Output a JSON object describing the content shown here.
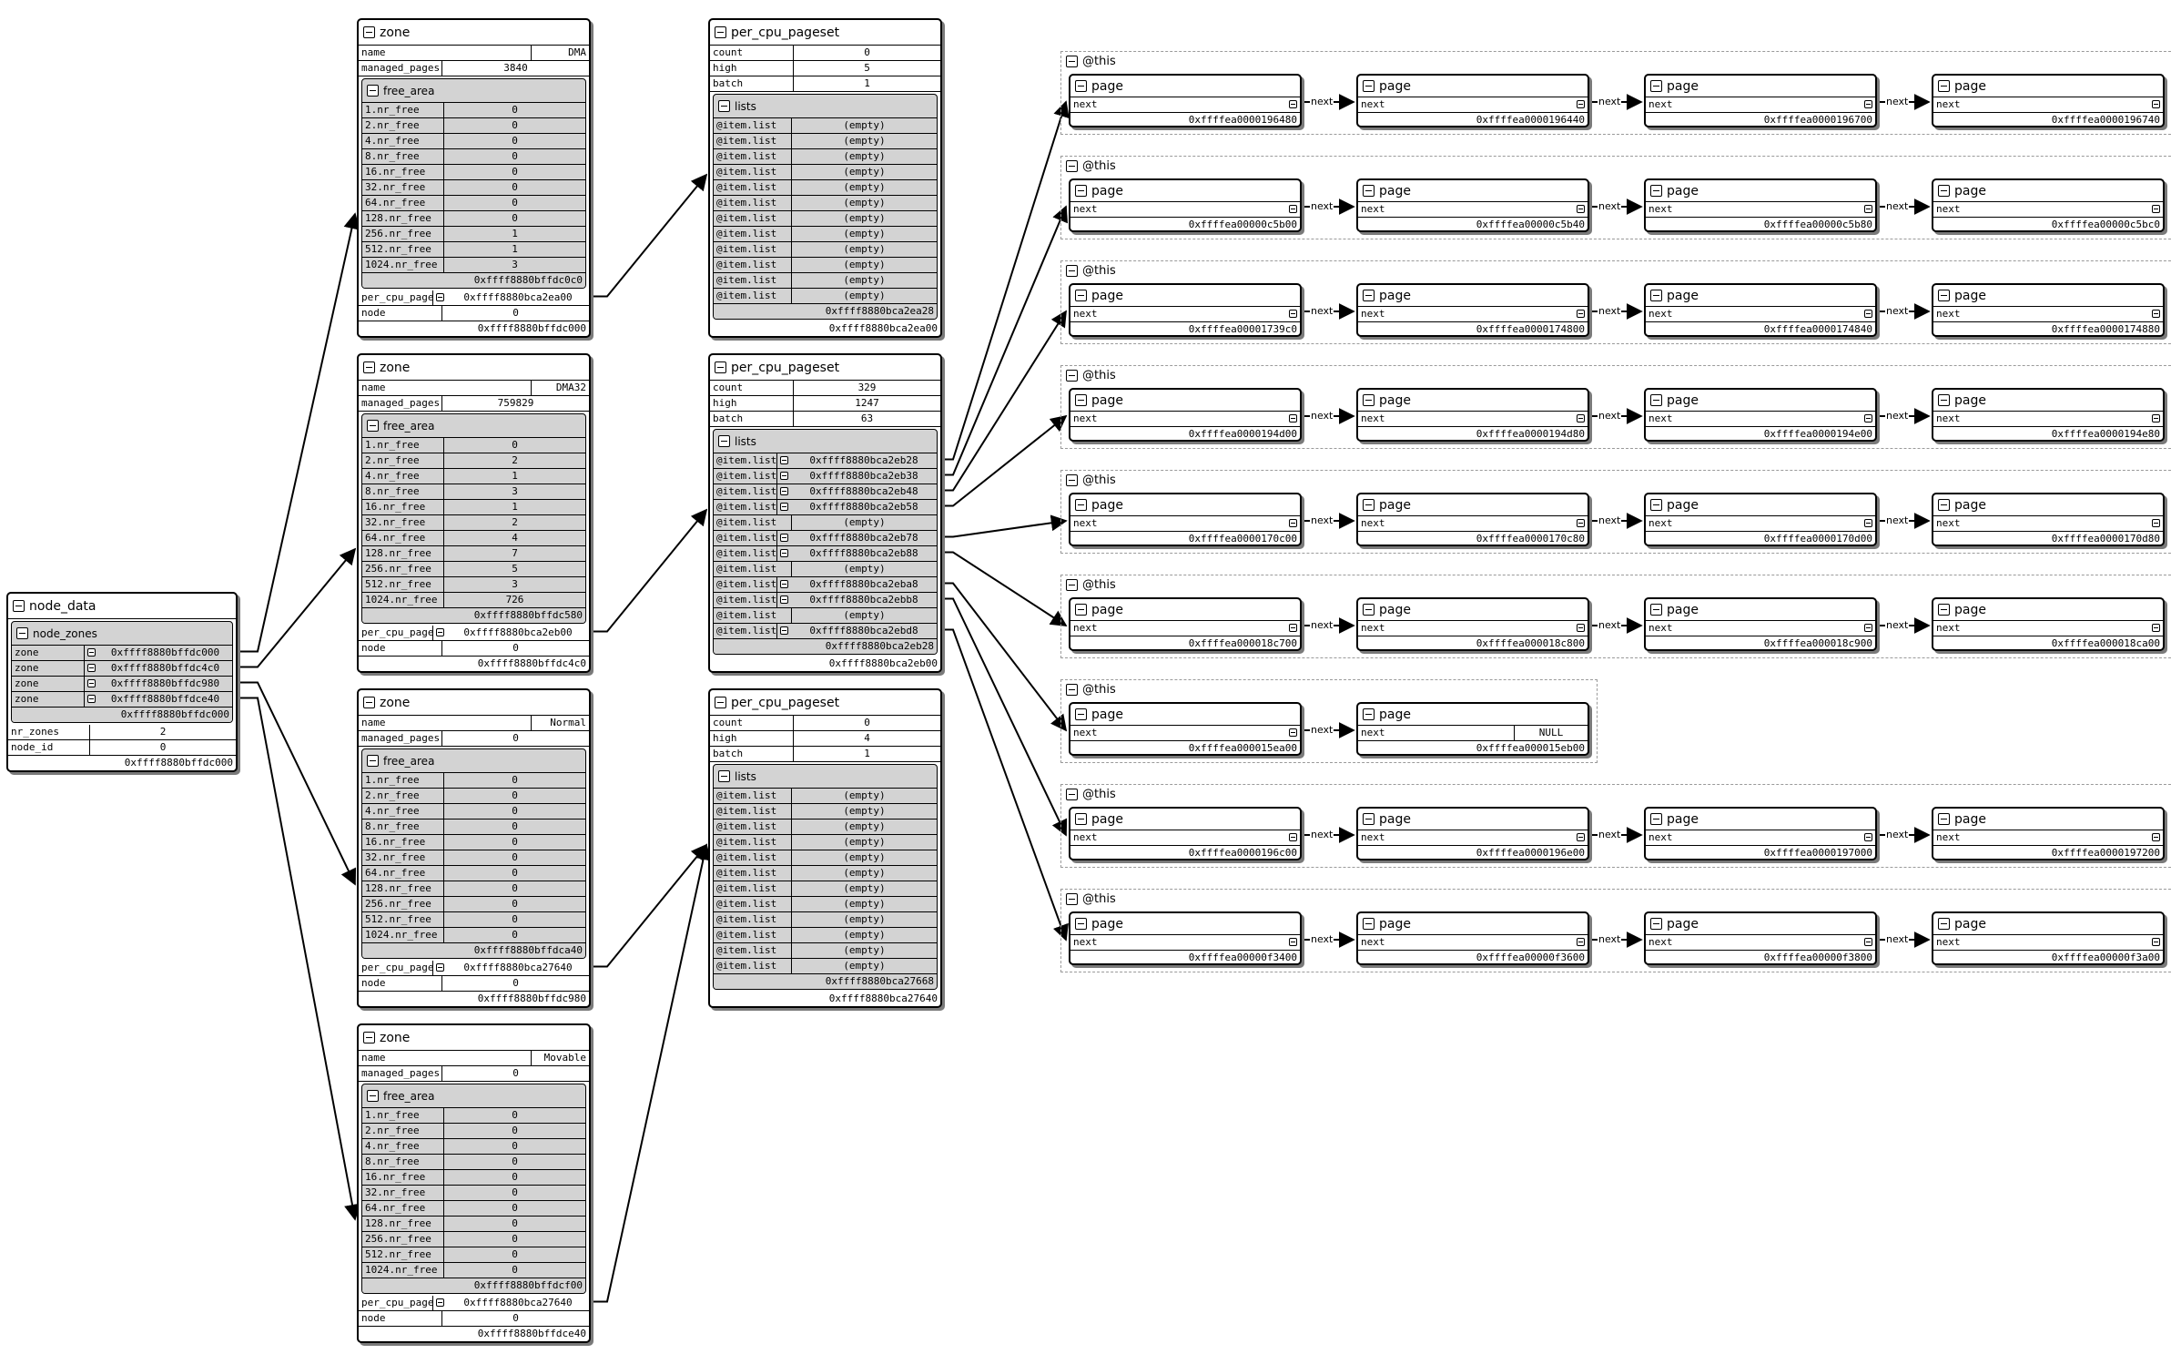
{
  "node_data": {
    "title": "node_data",
    "node_zones_title": "node_zones",
    "zones": [
      {
        "label": "zone",
        "value": "0xffff8880bffdc000"
      },
      {
        "label": "zone",
        "value": "0xffff8880bffdc4c0"
      },
      {
        "label": "zone",
        "value": "0xffff8880bffdc980"
      },
      {
        "label": "zone",
        "value": "0xffff8880bffdce40"
      }
    ],
    "node_zones_addr": "0xffff8880bffdc000",
    "nr_zones": {
      "label": "nr_zones",
      "value": "2"
    },
    "node_id": {
      "label": "node_id",
      "value": "0"
    },
    "addr": "0xffff8880bffdc000"
  },
  "zones": [
    {
      "title": "zone",
      "name": {
        "label": "name",
        "value": "DMA"
      },
      "managed_pages": {
        "label": "managed_pages",
        "value": "3840"
      },
      "free_area_title": "free_area",
      "free_area": [
        {
          "label": "1.nr_free",
          "value": "0"
        },
        {
          "label": "2.nr_free",
          "value": "0"
        },
        {
          "label": "4.nr_free",
          "value": "0"
        },
        {
          "label": "8.nr_free",
          "value": "0"
        },
        {
          "label": "16.nr_free",
          "value": "0"
        },
        {
          "label": "32.nr_free",
          "value": "0"
        },
        {
          "label": "64.nr_free",
          "value": "0"
        },
        {
          "label": "128.nr_free",
          "value": "0"
        },
        {
          "label": "256.nr_free",
          "value": "1"
        },
        {
          "label": "512.nr_free",
          "value": "1"
        },
        {
          "label": "1024.nr_free",
          "value": "3"
        }
      ],
      "free_area_addr": "0xffff8880bffdc0c0",
      "per_cpu_pageset": {
        "label": "per_cpu_pageset",
        "value": "0xffff8880bca2ea00"
      },
      "node": {
        "label": "node",
        "value": "0"
      },
      "addr": "0xffff8880bffdc000"
    },
    {
      "title": "zone",
      "name": {
        "label": "name",
        "value": "DMA32"
      },
      "managed_pages": {
        "label": "managed_pages",
        "value": "759829"
      },
      "free_area_title": "free_area",
      "free_area": [
        {
          "label": "1.nr_free",
          "value": "0"
        },
        {
          "label": "2.nr_free",
          "value": "2"
        },
        {
          "label": "4.nr_free",
          "value": "1"
        },
        {
          "label": "8.nr_free",
          "value": "3"
        },
        {
          "label": "16.nr_free",
          "value": "1"
        },
        {
          "label": "32.nr_free",
          "value": "2"
        },
        {
          "label": "64.nr_free",
          "value": "4"
        },
        {
          "label": "128.nr_free",
          "value": "7"
        },
        {
          "label": "256.nr_free",
          "value": "5"
        },
        {
          "label": "512.nr_free",
          "value": "3"
        },
        {
          "label": "1024.nr_free",
          "value": "726"
        }
      ],
      "free_area_addr": "0xffff8880bffdc580",
      "per_cpu_pageset": {
        "label": "per_cpu_pageset",
        "value": "0xffff8880bca2eb00"
      },
      "node": {
        "label": "node",
        "value": "0"
      },
      "addr": "0xffff8880bffdc4c0"
    },
    {
      "title": "zone",
      "name": {
        "label": "name",
        "value": "Normal"
      },
      "managed_pages": {
        "label": "managed_pages",
        "value": "0"
      },
      "free_area_title": "free_area",
      "free_area": [
        {
          "label": "1.nr_free",
          "value": "0"
        },
        {
          "label": "2.nr_free",
          "value": "0"
        },
        {
          "label": "4.nr_free",
          "value": "0"
        },
        {
          "label": "8.nr_free",
          "value": "0"
        },
        {
          "label": "16.nr_free",
          "value": "0"
        },
        {
          "label": "32.nr_free",
          "value": "0"
        },
        {
          "label": "64.nr_free",
          "value": "0"
        },
        {
          "label": "128.nr_free",
          "value": "0"
        },
        {
          "label": "256.nr_free",
          "value": "0"
        },
        {
          "label": "512.nr_free",
          "value": "0"
        },
        {
          "label": "1024.nr_free",
          "value": "0"
        }
      ],
      "free_area_addr": "0xffff8880bffdca40",
      "per_cpu_pageset": {
        "label": "per_cpu_pageset",
        "value": "0xffff8880bca27640"
      },
      "node": {
        "label": "node",
        "value": "0"
      },
      "addr": "0xffff8880bffdc980"
    },
    {
      "title": "zone",
      "name": {
        "label": "name",
        "value": "Movable"
      },
      "managed_pages": {
        "label": "managed_pages",
        "value": "0"
      },
      "free_area_title": "free_area",
      "free_area": [
        {
          "label": "1.nr_free",
          "value": "0"
        },
        {
          "label": "2.nr_free",
          "value": "0"
        },
        {
          "label": "4.nr_free",
          "value": "0"
        },
        {
          "label": "8.nr_free",
          "value": "0"
        },
        {
          "label": "16.nr_free",
          "value": "0"
        },
        {
          "label": "32.nr_free",
          "value": "0"
        },
        {
          "label": "64.nr_free",
          "value": "0"
        },
        {
          "label": "128.nr_free",
          "value": "0"
        },
        {
          "label": "256.nr_free",
          "value": "0"
        },
        {
          "label": "512.nr_free",
          "value": "0"
        },
        {
          "label": "1024.nr_free",
          "value": "0"
        }
      ],
      "free_area_addr": "0xffff8880bffdcf00",
      "per_cpu_pageset": {
        "label": "per_cpu_pageset",
        "value": "0xffff8880bca27640"
      },
      "node": {
        "label": "node",
        "value": "0"
      },
      "addr": "0xffff8880bffdce40"
    }
  ],
  "pagesets": [
    {
      "title": "per_cpu_pageset",
      "count": {
        "label": "count",
        "value": "0"
      },
      "high": {
        "label": "high",
        "value": "5"
      },
      "batch": {
        "label": "batch",
        "value": "1"
      },
      "lists_title": "lists",
      "lists": [
        {
          "label": "@item.list",
          "value": "(empty)"
        },
        {
          "label": "@item.list",
          "value": "(empty)"
        },
        {
          "label": "@item.list",
          "value": "(empty)"
        },
        {
          "label": "@item.list",
          "value": "(empty)"
        },
        {
          "label": "@item.list",
          "value": "(empty)"
        },
        {
          "label": "@item.list",
          "value": "(empty)"
        },
        {
          "label": "@item.list",
          "value": "(empty)"
        },
        {
          "label": "@item.list",
          "value": "(empty)"
        },
        {
          "label": "@item.list",
          "value": "(empty)"
        },
        {
          "label": "@item.list",
          "value": "(empty)"
        },
        {
          "label": "@item.list",
          "value": "(empty)"
        },
        {
          "label": "@item.list",
          "value": "(empty)"
        }
      ],
      "lists_addr": "0xffff8880bca2ea28",
      "addr": "0xffff8880bca2ea00"
    },
    {
      "title": "per_cpu_pageset",
      "count": {
        "label": "count",
        "value": "329"
      },
      "high": {
        "label": "high",
        "value": "1247"
      },
      "batch": {
        "label": "batch",
        "value": "63"
      },
      "lists_title": "lists",
      "lists": [
        {
          "label": "@item.list",
          "value": "0xffff8880bca2eb28"
        },
        {
          "label": "@item.list",
          "value": "0xffff8880bca2eb38"
        },
        {
          "label": "@item.list",
          "value": "0xffff8880bca2eb48"
        },
        {
          "label": "@item.list",
          "value": "0xffff8880bca2eb58"
        },
        {
          "label": "@item.list",
          "value": "(empty)"
        },
        {
          "label": "@item.list",
          "value": "0xffff8880bca2eb78"
        },
        {
          "label": "@item.list",
          "value": "0xffff8880bca2eb88"
        },
        {
          "label": "@item.list",
          "value": "(empty)"
        },
        {
          "label": "@item.list",
          "value": "0xffff8880bca2eba8"
        },
        {
          "label": "@item.list",
          "value": "0xffff8880bca2ebb8"
        },
        {
          "label": "@item.list",
          "value": "(empty)"
        },
        {
          "label": "@item.list",
          "value": "0xffff8880bca2ebd8"
        }
      ],
      "lists_addr": "0xffff8880bca2eb28",
      "addr": "0xffff8880bca2eb00"
    },
    {
      "title": "per_cpu_pageset",
      "count": {
        "label": "count",
        "value": "0"
      },
      "high": {
        "label": "high",
        "value": "4"
      },
      "batch": {
        "label": "batch",
        "value": "1"
      },
      "lists_title": "lists",
      "lists": [
        {
          "label": "@item.list",
          "value": "(empty)"
        },
        {
          "label": "@item.list",
          "value": "(empty)"
        },
        {
          "label": "@item.list",
          "value": "(empty)"
        },
        {
          "label": "@item.list",
          "value": "(empty)"
        },
        {
          "label": "@item.list",
          "value": "(empty)"
        },
        {
          "label": "@item.list",
          "value": "(empty)"
        },
        {
          "label": "@item.list",
          "value": "(empty)"
        },
        {
          "label": "@item.list",
          "value": "(empty)"
        },
        {
          "label": "@item.list",
          "value": "(empty)"
        },
        {
          "label": "@item.list",
          "value": "(empty)"
        },
        {
          "label": "@item.list",
          "value": "(empty)"
        },
        {
          "label": "@item.list",
          "value": "(empty)"
        }
      ],
      "lists_addr": "0xffff8880bca27668",
      "addr": "0xffff8880bca27640"
    }
  ],
  "chains": [
    {
      "title": "@this",
      "pages": [
        {
          "title": "page",
          "label": "next",
          "addr": "0xffffea0000196480"
        },
        {
          "title": "page",
          "label": "next",
          "addr": "0xffffea0000196440"
        },
        {
          "title": "page",
          "label": "next",
          "addr": "0xffffea0000196700"
        },
        {
          "title": "page",
          "label": "next",
          "addr": "0xffffea0000196740"
        }
      ]
    },
    {
      "title": "@this",
      "pages": [
        {
          "title": "page",
          "label": "next",
          "addr": "0xffffea00000c5b00"
        },
        {
          "title": "page",
          "label": "next",
          "addr": "0xffffea00000c5b40"
        },
        {
          "title": "page",
          "label": "next",
          "addr": "0xffffea00000c5b80"
        },
        {
          "title": "page",
          "label": "next",
          "addr": "0xffffea00000c5bc0"
        }
      ]
    },
    {
      "title": "@this",
      "pages": [
        {
          "title": "page",
          "label": "next",
          "addr": "0xffffea00001739c0"
        },
        {
          "title": "page",
          "label": "next",
          "addr": "0xffffea0000174800"
        },
        {
          "title": "page",
          "label": "next",
          "addr": "0xffffea0000174840"
        },
        {
          "title": "page",
          "label": "next",
          "addr": "0xffffea0000174880"
        }
      ]
    },
    {
      "title": "@this",
      "pages": [
        {
          "title": "page",
          "label": "next",
          "addr": "0xffffea0000194d00"
        },
        {
          "title": "page",
          "label": "next",
          "addr": "0xffffea0000194d80"
        },
        {
          "title": "page",
          "label": "next",
          "addr": "0xffffea0000194e00"
        },
        {
          "title": "page",
          "label": "next",
          "addr": "0xffffea0000194e80"
        }
      ]
    },
    {
      "title": "@this",
      "pages": [
        {
          "title": "page",
          "label": "next",
          "addr": "0xffffea0000170c00"
        },
        {
          "title": "page",
          "label": "next",
          "addr": "0xffffea0000170c80"
        },
        {
          "title": "page",
          "label": "next",
          "addr": "0xffffea0000170d00"
        },
        {
          "title": "page",
          "label": "next",
          "addr": "0xffffea0000170d80"
        }
      ]
    },
    {
      "title": "@this",
      "pages": [
        {
          "title": "page",
          "label": "next",
          "addr": "0xffffea000018c700"
        },
        {
          "title": "page",
          "label": "next",
          "addr": "0xffffea000018c800"
        },
        {
          "title": "page",
          "label": "next",
          "addr": "0xffffea000018c900"
        },
        {
          "title": "page",
          "label": "next",
          "addr": "0xffffea000018ca00"
        }
      ]
    },
    {
      "title": "@this",
      "pages": [
        {
          "title": "page",
          "label": "next",
          "addr": "0xffffea000015ea00"
        },
        {
          "title": "page",
          "label": "next",
          "value": "NULL",
          "addr": "0xffffea000015eb00"
        }
      ]
    },
    {
      "title": "@this",
      "pages": [
        {
          "title": "page",
          "label": "next",
          "addr": "0xffffea0000196c00"
        },
        {
          "title": "page",
          "label": "next",
          "addr": "0xffffea0000196e00"
        },
        {
          "title": "page",
          "label": "next",
          "addr": "0xffffea0000197000"
        },
        {
          "title": "page",
          "label": "next",
          "addr": "0xffffea0000197200"
        }
      ]
    },
    {
      "title": "@this",
      "pages": [
        {
          "title": "page",
          "label": "next",
          "addr": "0xffffea00000f3400"
        },
        {
          "title": "page",
          "label": "next",
          "addr": "0xffffea00000f3600"
        },
        {
          "title": "page",
          "label": "next",
          "addr": "0xffffea00000f3800"
        },
        {
          "title": "page",
          "label": "next",
          "addr": "0xffffea00000f3a00"
        }
      ]
    }
  ],
  "edge_label": "next"
}
